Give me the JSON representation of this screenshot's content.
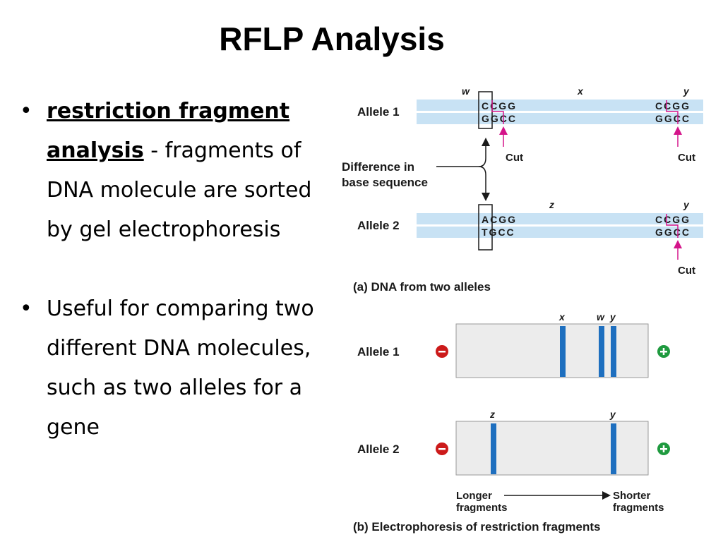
{
  "title": "RFLP Analysis",
  "bullets": [
    {
      "term": "restriction fragment analysis",
      "text": " - fragments of  DNA molecule are sorted by gel electrophoresis"
    },
    {
      "text": "Useful for comparing two different DNA molecules, such as two alleles for a gene"
    }
  ],
  "figure": {
    "part_a": {
      "allele1_label": "Allele 1",
      "allele2_label": "Allele 2",
      "site_w": "w",
      "site_x": "x",
      "site_y": "y",
      "site_z": "z",
      "allele1_left_top": "CCGG",
      "allele1_left_bottom": "GGCC",
      "allele1_right_top": "CCGG",
      "allele1_right_bottom": "GGCC",
      "allele2_left_top": "ACGG",
      "allele2_left_bottom": "TGCC",
      "allele2_right_top": "CCGG",
      "allele2_right_bottom": "GGCC",
      "cut_label": "Cut",
      "difference_label_1": "Difference in",
      "difference_label_2": "base sequence",
      "caption": "(a) DNA from two alleles"
    },
    "part_b": {
      "allele1_label": "Allele 1",
      "allele2_label": "Allele 2",
      "band_x": "x",
      "band_w": "w",
      "band_y": "y",
      "band_z": "z",
      "longer_1": "Longer",
      "longer_2": "fragments",
      "shorter_1": "Shorter",
      "shorter_2": "fragments",
      "caption": "(b) Electrophoresis of restriction fragments"
    },
    "colors": {
      "dna_strand": "#c8e2f4",
      "band": "#1e6fbf",
      "cut_marker": "#d4148a",
      "minus_electrode": "#cc1a1a",
      "plus_electrode": "#1f9a3f",
      "gel": "#ececec"
    }
  }
}
